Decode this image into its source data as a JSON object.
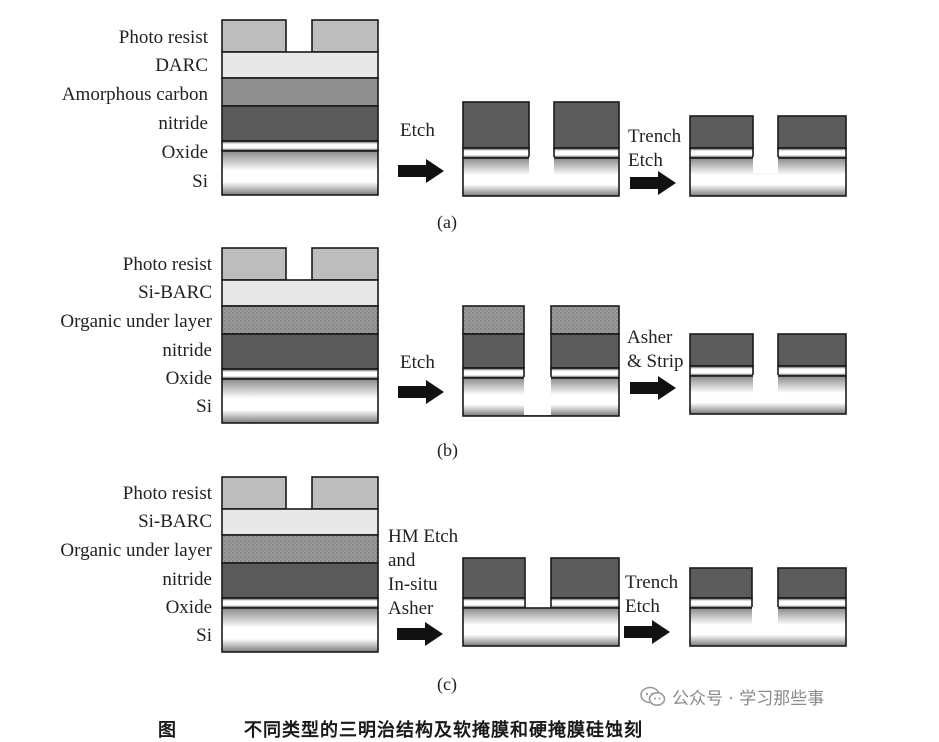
{
  "panels": [
    {
      "id": "a",
      "label": "(a)",
      "layers": [
        "Photo resist",
        "DARC",
        "Amorphous carbon",
        "nitride",
        "Oxide",
        "Si"
      ],
      "steps": [
        [
          "Etch"
        ],
        [
          "Trench",
          "Etch"
        ]
      ]
    },
    {
      "id": "b",
      "label": "(b)",
      "layers": [
        "Photo resist",
        "Si-BARC",
        "Organic under layer",
        "nitride",
        "Oxide",
        "Si"
      ],
      "steps": [
        [
          "Etch"
        ],
        [
          "Asher",
          "& Strip"
        ]
      ]
    },
    {
      "id": "c",
      "label": "(c)",
      "layers": [
        "Photo resist",
        "Si-BARC",
        "Organic under layer",
        "nitride",
        "Oxide",
        "Si"
      ],
      "steps": [
        [
          "HM Etch",
          "and",
          "In-situ",
          "Asher"
        ],
        [
          "Trench",
          "Etch"
        ]
      ]
    }
  ],
  "watermark": {
    "icon": "wechat-icon",
    "text": "公众号 · 学习那些事"
  },
  "caption": {
    "figure": "图",
    "text": "不同类型的三明治结构及软掩膜和硬掩膜硅蚀刻"
  },
  "colors": {
    "photo_resist": "#bdbdbd",
    "arc": "#e8e8e8",
    "underlayer": "#8a8a8a",
    "nitride": "#5a5a5a",
    "oxide": "#ffffff",
    "si_dark": "#7a7a7a",
    "si_light": "#ffffff",
    "arrow": "#111111"
  }
}
